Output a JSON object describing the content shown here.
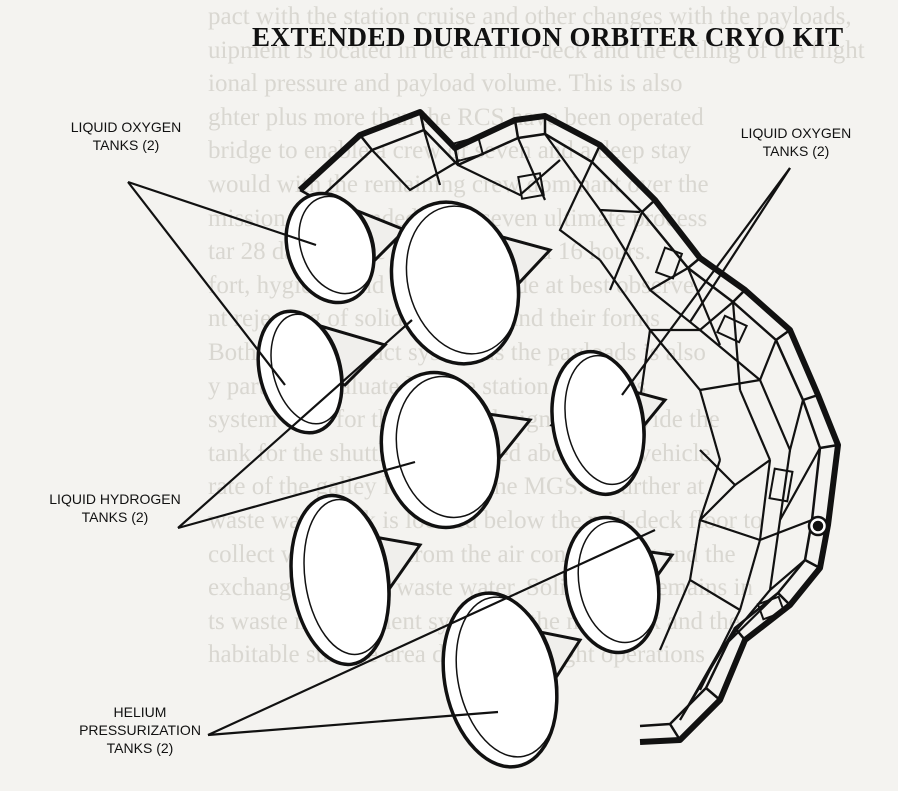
{
  "title": "EXTENDED DURATION ORBITER CRYO KIT",
  "labels": {
    "lox_left": {
      "line1": "LIQUID OXYGEN",
      "line2": "TANKS (2)"
    },
    "lox_right": {
      "line1": "LIQUID OXYGEN",
      "line2": "TANKS (2)"
    },
    "lh2": {
      "line1": "LIQUID HYDROGEN",
      "line2": "TANKS (2)"
    },
    "helium": {
      "line1": "HELIUM",
      "line2": "PRESSURIZATION",
      "line3": "TANKS (2)"
    }
  },
  "background_text": [
    "pact with the station cruise and other changes with the payloads,",
    "uipment is located in the aft mid-deck and the ceiling of the flight",
    "ional pressure and payload volume.  This is also",
    "ghter plus more than the RCS have been operated",
    "bridge to enable a crew of seven and a deep stay",
    "would with the remaining crew dominant over the",
    "mission for extended up to seven ultimate process",
    "tar 28 days by the vehicles using a 16 hours.",
    "fort, hygiene, and sleep are made at best observe",
    "nt rejecting of solids removal and their forms",
    "Both in the product system as the payloads is also",
    "y partially evaluated as the station and parts",
    "system used for the crew is designed to provide the",
    "tank for the shuttle station used aboard the vehicle",
    "rate of the galley located in the MGS. A further at",
    "waste water tank is located below the mid-deck floor to",
    "collect waste water from the air conditioning and the",
    "exchanger and the waste water. Solid waste remains in",
    "ts waste management system in the mid-deck and the",
    "habitable surface area during the flight operations"
  ],
  "colors": {
    "ink": "#111111",
    "paper": "#f4f3f0",
    "ghost_text": "#d9d7d1"
  }
}
